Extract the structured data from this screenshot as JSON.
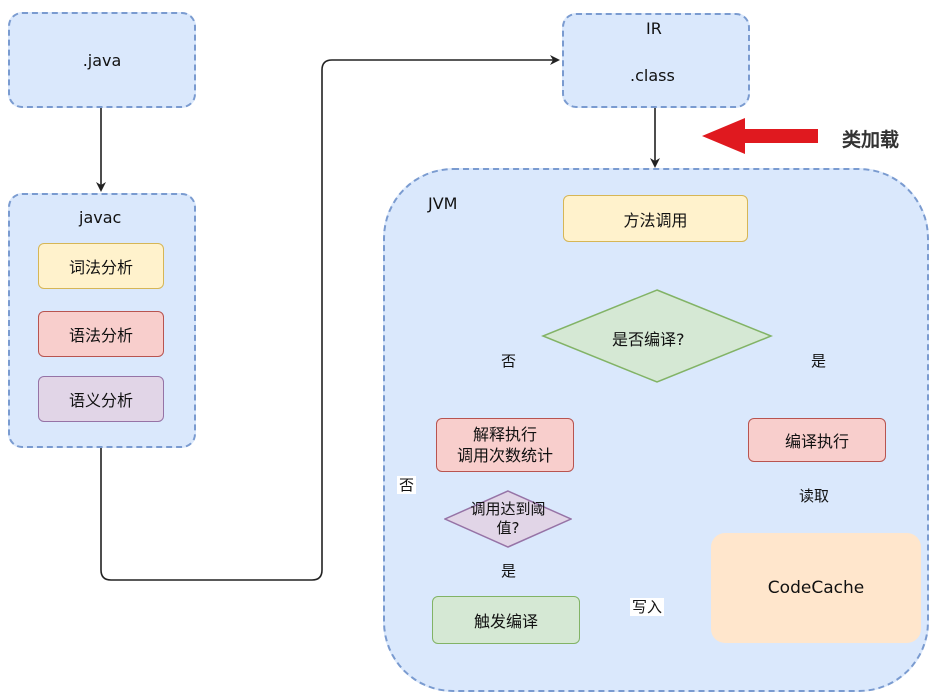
{
  "nodes": {
    "java_file": ".java",
    "javac": {
      "title": "javac",
      "lexical": "词法分析",
      "syntax": "语法分析",
      "semantic": "语义分析"
    },
    "ir": {
      "title": "IR",
      "class_file": ".class"
    },
    "class_loading": "类加载",
    "jvm": {
      "title": "JVM",
      "method_call": "方法调用",
      "compiled_decision": "是否编译?",
      "interpret_line1": "解释执行",
      "interpret_line2": "调用次数统计",
      "threshold_line1": "调用达到阈",
      "threshold_line2": "值?",
      "trigger_compile": "触发编译",
      "compiled_exec": "编译执行",
      "code_cache": "CodeCache"
    }
  },
  "edge_labels": {
    "no_left": "否",
    "yes_right": "是",
    "no_loop": "否",
    "yes_down": "是",
    "write": "写入",
    "read": "读取"
  },
  "colors": {
    "container_fill": "#dae8fc",
    "container_border": "#7a9bd0",
    "class_loading_arrow": "#e0191f",
    "edge": "#222222"
  }
}
